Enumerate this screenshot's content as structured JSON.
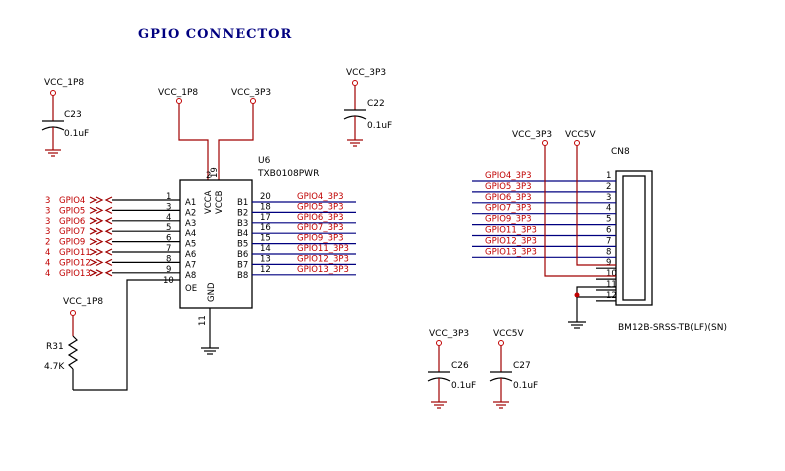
{
  "title": "GPIO   CONNECTOR",
  "power": {
    "vcc_1p8": "VCC_1P8",
    "vcc_3p3": "VCC_3P3",
    "vcc5v": "VCC5V"
  },
  "c23": {
    "ref": "C23",
    "value": "0.1uF"
  },
  "c22": {
    "ref": "C22",
    "value": "0.1uF"
  },
  "c26": {
    "ref": "C26",
    "value": "0.1uF"
  },
  "c27": {
    "ref": "C27",
    "value": "0.1uF"
  },
  "r31": {
    "ref": "R31",
    "value": "4.7K"
  },
  "u6": {
    "ref": "U6",
    "part": "TXB0108PWR",
    "vcca_label": "VCCA",
    "vccb_label": "VCCB",
    "gnd_label": "GND",
    "oe_label": "OE",
    "vcca_pin": "2",
    "vccb_pin": "19",
    "gnd_pin": "11",
    "oe_pin": "10",
    "a_side": [
      {
        "pin": "1",
        "label": "A1",
        "net": "GPIO4",
        "sheet": "3"
      },
      {
        "pin": "3",
        "label": "A2",
        "net": "GPIO5",
        "sheet": "3"
      },
      {
        "pin": "4",
        "label": "A3",
        "net": "GPIO6",
        "sheet": "3"
      },
      {
        "pin": "5",
        "label": "A4",
        "net": "GPIO7",
        "sheet": "3"
      },
      {
        "pin": "6",
        "label": "A5",
        "net": "GPIO9",
        "sheet": "2"
      },
      {
        "pin": "7",
        "label": "A6",
        "net": "GPIO11",
        "sheet": "4"
      },
      {
        "pin": "8",
        "label": "A7",
        "net": "GPIO12",
        "sheet": "4"
      },
      {
        "pin": "9",
        "label": "A8",
        "net": "GPIO13",
        "sheet": "4"
      }
    ],
    "b_side": [
      {
        "pin": "20",
        "label": "B1",
        "net": "GPIO4_3P3"
      },
      {
        "pin": "18",
        "label": "B2",
        "net": "GPIO5_3P3"
      },
      {
        "pin": "17",
        "label": "B3",
        "net": "GPIO6_3P3"
      },
      {
        "pin": "16",
        "label": "B4",
        "net": "GPIO7_3P3"
      },
      {
        "pin": "15",
        "label": "B5",
        "net": "GPIO9_3P3"
      },
      {
        "pin": "14",
        "label": "B6",
        "net": "GPIO11_3P3"
      },
      {
        "pin": "13",
        "label": "B7",
        "net": "GPIO12_3P3"
      },
      {
        "pin": "12",
        "label": "B8",
        "net": "GPIO13_3P3"
      }
    ]
  },
  "cn8": {
    "ref": "CN8",
    "part": "BM12B-SRSS-TB(LF)(SN)",
    "pins": [
      {
        "pin": "1",
        "net": "GPIO4_3P3"
      },
      {
        "pin": "2",
        "net": "GPIO5_3P3"
      },
      {
        "pin": "3",
        "net": "GPIO6_3P3"
      },
      {
        "pin": "4",
        "net": "GPIO7_3P3"
      },
      {
        "pin": "5",
        "net": "GPIO9_3P3"
      },
      {
        "pin": "6",
        "net": "GPIO11_3P3"
      },
      {
        "pin": "7",
        "net": "GPIO12_3P3"
      },
      {
        "pin": "8",
        "net": "GPIO13_3P3"
      },
      {
        "pin": "9",
        "net": ""
      },
      {
        "pin": "10",
        "net": ""
      },
      {
        "pin": "11",
        "net": ""
      },
      {
        "pin": "12",
        "net": ""
      }
    ]
  }
}
